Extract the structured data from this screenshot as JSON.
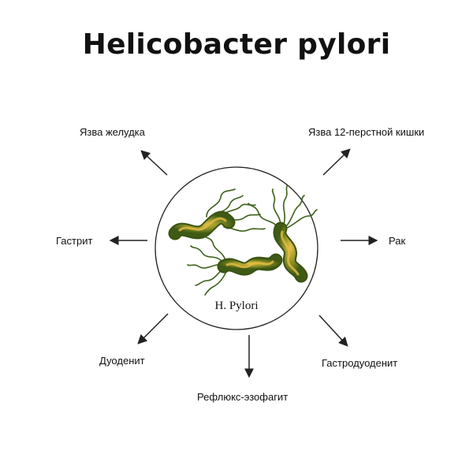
{
  "title": "Helicobacter pylori",
  "center": {
    "label": "H. Pylori"
  },
  "conditions": {
    "top_left": "Язва желудка",
    "top_right": "Язва 12-перстной кишки",
    "left": "Гастрит",
    "right": "Рак",
    "bottom_left": "Дуоденит",
    "bottom": "Рефлюкс-эзофагит",
    "bottom_right": "Гастродуоденит"
  },
  "colors": {
    "bacteria_body": "#5b7a1c",
    "bacteria_highlight": "#e3b43a",
    "flagella": "#3d5f1a",
    "outline": "#222222"
  },
  "icons": [
    "arrow-icon",
    "bacterium-icon"
  ]
}
